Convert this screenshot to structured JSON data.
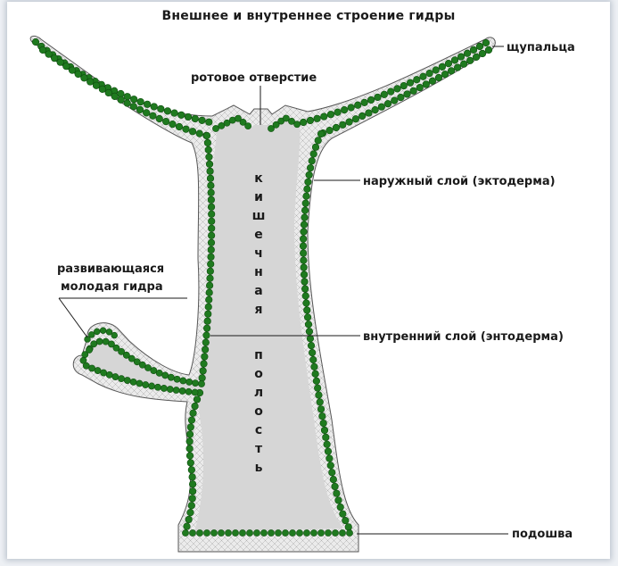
{
  "diagram": {
    "title": "Внешнее и внутреннее строение гидры",
    "labels": {
      "tentacles": "щупальца",
      "mouth": "ротовое отверстие",
      "ectoderm": "наружный слой (эктодерма)",
      "bud_line1": "развивающаяся",
      "bud_line2": "молодая гидра",
      "endoderm": "внутренний слой (энтодерма)",
      "sole": "подошва"
    },
    "cavity_word1": "кишечная",
    "cavity_word2": "полость"
  },
  "colors": {
    "ectoderm_fill": "#ebebeb",
    "cell_line": "#7a7a7a",
    "endoderm_cells": "#1f7a1f",
    "cavity": "#d6d6d6",
    "frame": "#ffffff"
  }
}
